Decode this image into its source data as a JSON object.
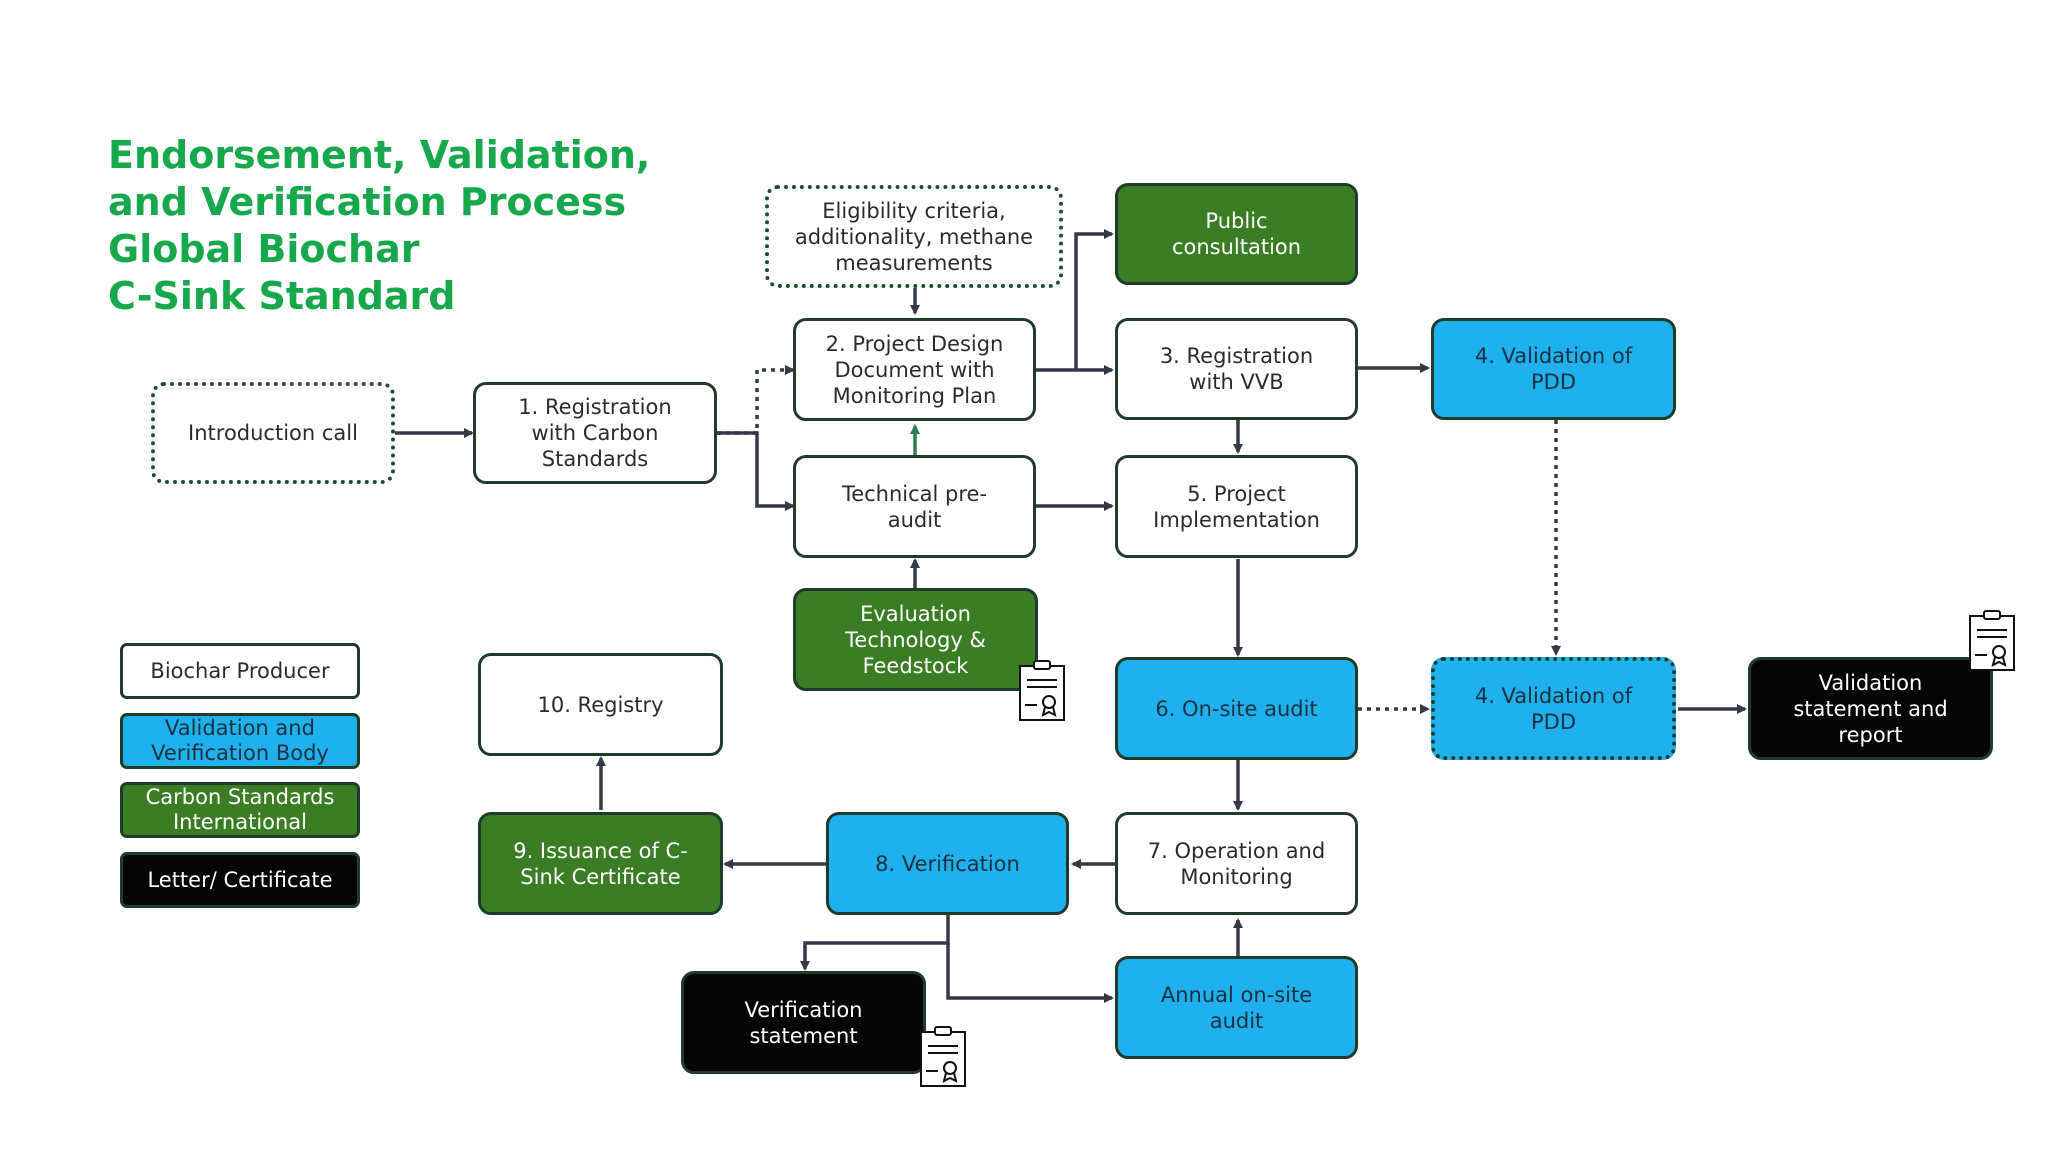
{
  "title": {
    "line1": "Endorsement, Validation,",
    "line2": "and Verification Process",
    "line3": "Global Biochar",
    "line4": "C-Sink Standard"
  },
  "nodes": {
    "intro": "Introduction call",
    "reg_cs": "1. Registration\nwith Carbon\nStandards",
    "eligibility": "Eligibility criteria,\nadditionality, methane\nmeasurements",
    "pdd": "2. Project Design\nDocument with\nMonitoring Plan",
    "preaudit": "Technical pre-\naudit",
    "evaluation": "Evaluation\nTechnology &\nFeedstock",
    "public": "Public\nconsultation",
    "reg_vvb": "3. Registration\nwith VVB",
    "implementation": "5. Project\nImplementation",
    "validation_pdd_1": "4. Validation of\nPDD",
    "validation_pdd_2": "4. Validation of\nPDD",
    "onsite": "6. On-site audit",
    "validation_statement": "Validation\nstatement and\nreport",
    "registry": "10. Registry",
    "issuance": "9. Issuance of C-\nSink Certificate",
    "verification": "8. Verification",
    "operation": "7. Operation and\nMonitoring",
    "verification_statement": "Verification\nstatement",
    "annual": "Annual on-site\naudit"
  },
  "legend": {
    "producer": "Biochar Producer",
    "vvb": "Validation and\nVerification Body",
    "csi": "Carbon Standards\nInternational",
    "letter": "Letter/ Certificate"
  },
  "colors": {
    "title": "#16a84a",
    "blue": "#1fb0ee",
    "green": "#3a7d25",
    "black": "#050505",
    "border": "#1f3b2a",
    "arrow": "#323a48"
  },
  "icons": [
    "certificate-icon",
    "certificate-icon",
    "certificate-icon"
  ]
}
